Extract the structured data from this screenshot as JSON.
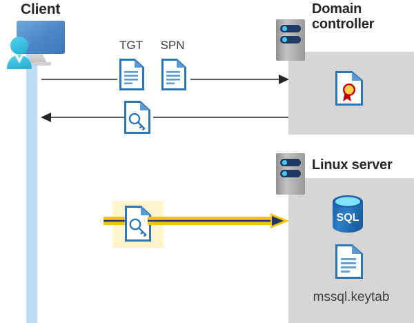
{
  "diagram": {
    "title_client": "Client",
    "title_domain_controller": "Domain controller",
    "title_domain_controller_line1": "Domain",
    "title_domain_controller_line2": "controller",
    "title_linux_server": "Linux server",
    "label_tgt": "TGT",
    "label_spn": "SPN",
    "label_sql": "SQL",
    "label_keytab": "mssql.keytab"
  },
  "icons": {
    "client": "client-workstation-icon",
    "server_rack_dc": "server-rack-icon",
    "server_rack_linux": "server-rack-icon",
    "tgt_document": "document-icon",
    "spn_document": "document-icon",
    "key_document_reply": "key-document-icon",
    "key_document_highlighted": "key-document-icon",
    "certificate": "certificate-document-icon",
    "sql_database": "sql-database-icon",
    "keytab_document": "document-icon"
  },
  "arrows": {
    "request": {
      "name": "request-arrow",
      "direction": "right"
    },
    "response": {
      "name": "response-arrow",
      "direction": "left"
    },
    "keytab_transfer": {
      "name": "keytab-transfer-arrow",
      "direction": "right",
      "highlighted": true
    }
  },
  "colors": {
    "panel_gray": "#d6d6d6",
    "lifeline_blue": "#bcdcf7",
    "line_gray": "#595959",
    "arrow_gold": "#f2c300",
    "arrow_core_navy": "#1f3864",
    "highlight_yellow": "#fdf3ce",
    "doc_blue": "#2e75b6",
    "doc_fold_blue": "#5b9bd5",
    "title_text": "#262626",
    "seal_gold": "#ffd24d",
    "seal_red": "#c00000",
    "sql_blue": "#1f6fb5",
    "person_cyan": "#41c6e8"
  }
}
